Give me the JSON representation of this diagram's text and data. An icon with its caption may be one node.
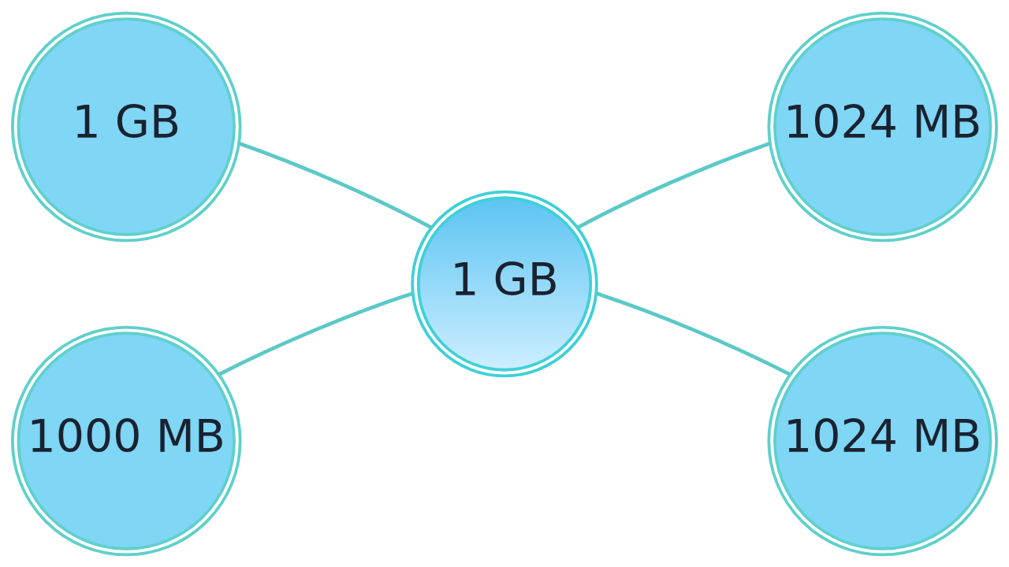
{
  "diagram": {
    "nodes": [
      {
        "text": [
          "1 GB"
        ]
      },
      {
        "text": [
          "1024 MB"
        ]
      },
      {
        "text": [
          "1 GB"
        ]
      },
      {
        "text": [
          "1000 MB"
        ]
      },
      {
        "text": [
          "1024 MB"
        ]
      }
    ],
    "edges": [
      {
        "from": 2,
        "to": 0,
        "arrow": "none"
      },
      {
        "from": 2,
        "to": 1,
        "arrow": "none"
      },
      {
        "from": 2,
        "to": 3,
        "arrow": "none"
      },
      {
        "from": 2,
        "to": 4,
        "arrow": "none"
      }
    ]
  }
}
